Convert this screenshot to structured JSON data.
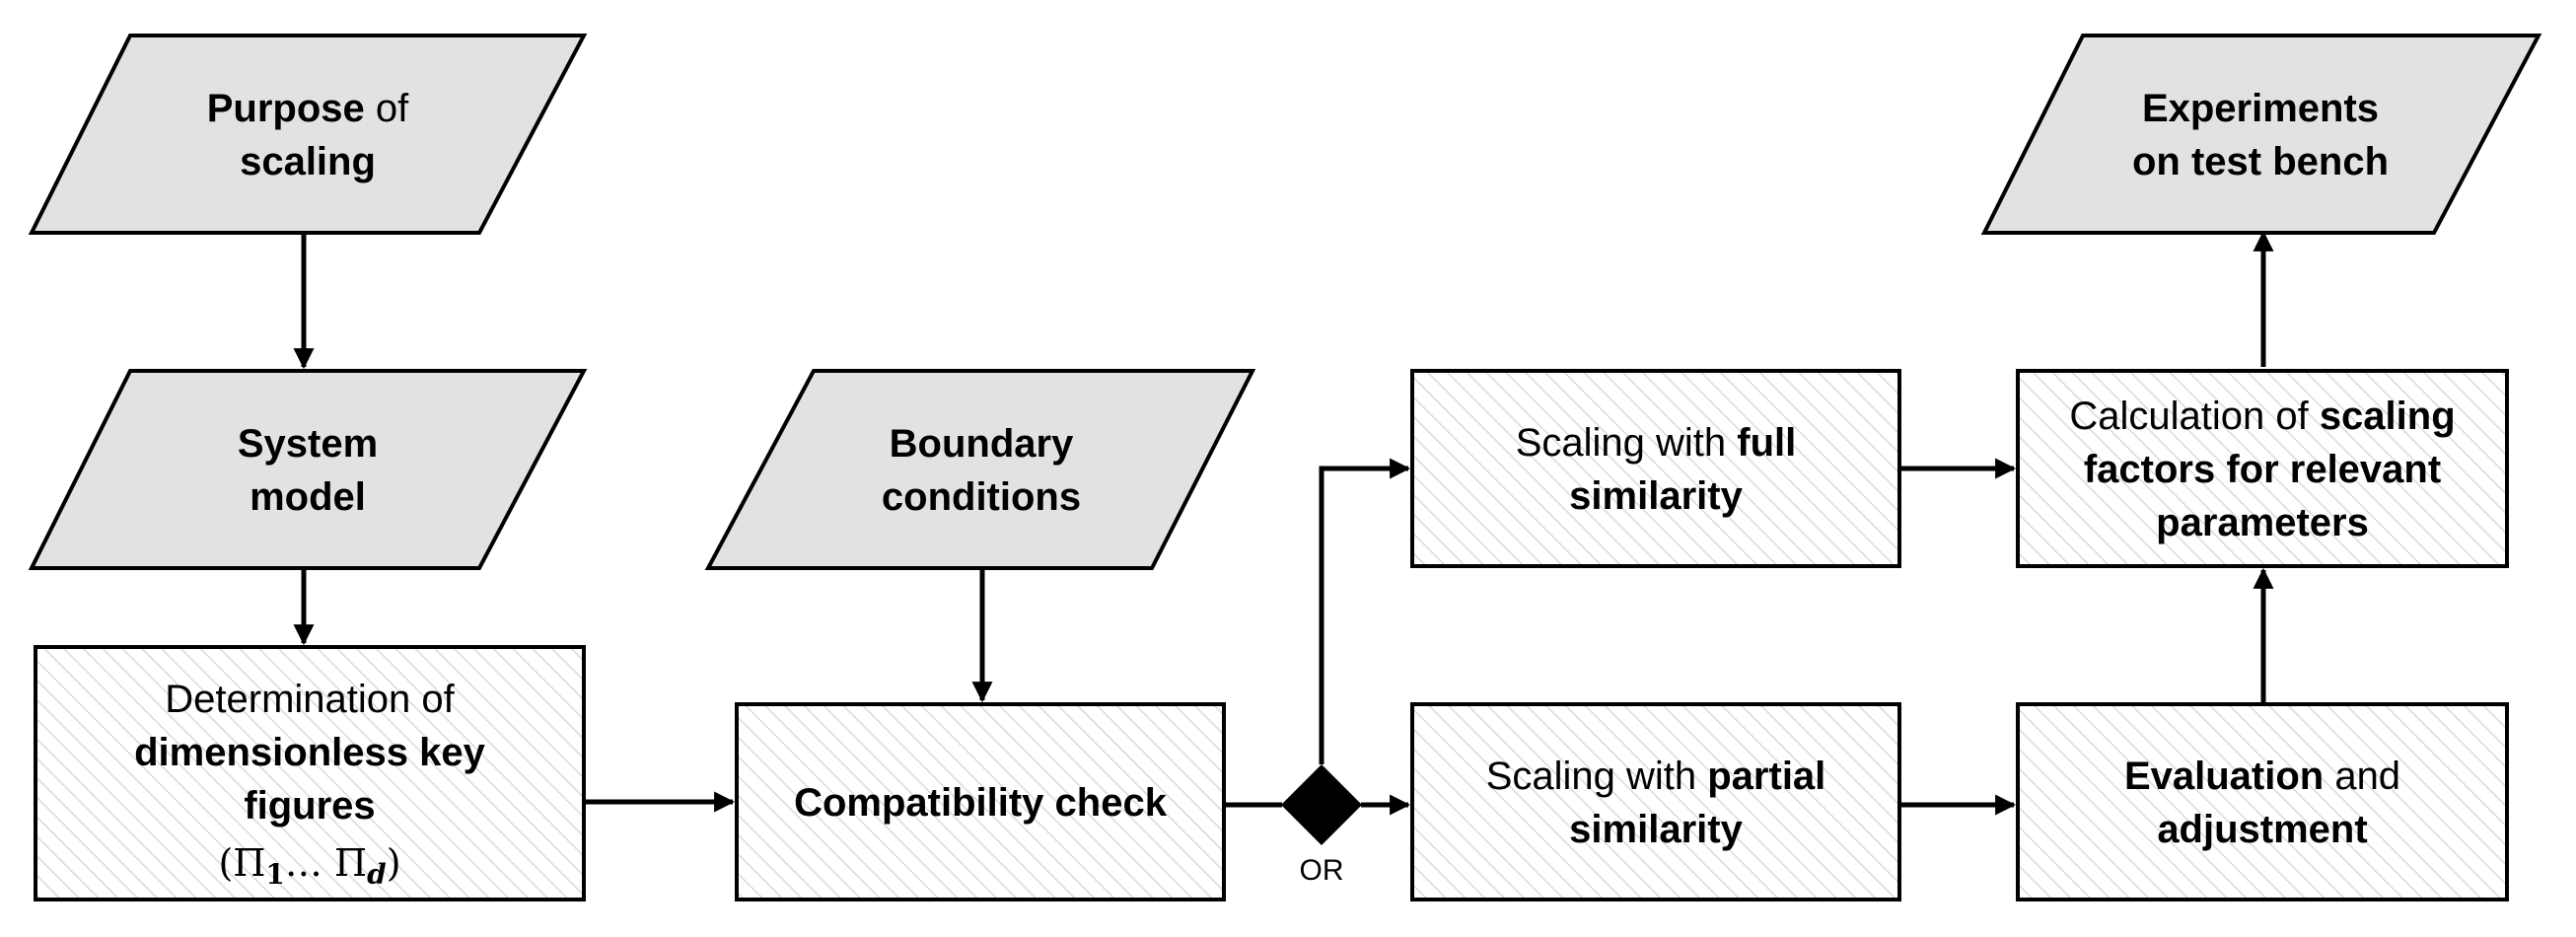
{
  "nodes": {
    "purpose": {
      "lines": [
        [
          {
            "t": "Purpose",
            "b": true
          },
          {
            "t": " of",
            "b": false
          }
        ],
        [
          {
            "t": "scaling",
            "b": true
          }
        ]
      ]
    },
    "system_model": {
      "lines": [
        [
          {
            "t": "System",
            "b": true
          }
        ],
        [
          {
            "t": "model",
            "b": true
          }
        ]
      ]
    },
    "boundary": {
      "lines": [
        [
          {
            "t": "Boundary",
            "b": true
          }
        ],
        [
          {
            "t": "conditions",
            "b": true
          }
        ]
      ]
    },
    "experiments": {
      "lines": [
        [
          {
            "t": "Experiments",
            "b": true
          }
        ],
        [
          {
            "t": "on test bench",
            "b": true
          }
        ]
      ]
    },
    "determination": {
      "lines": [
        [
          {
            "t": "Determination of",
            "b": false
          }
        ],
        [
          {
            "t": "dimensionless key",
            "b": true
          }
        ],
        [
          {
            "t": "figures",
            "b": true
          }
        ]
      ],
      "formula": {
        "open": "(Π",
        "sub1": "1",
        "mid": "… Π",
        "sub2": "d",
        "close": ")"
      }
    },
    "compatibility": {
      "lines": [
        [
          {
            "t": "Compatibility check",
            "b": true
          }
        ]
      ]
    },
    "full": {
      "lines": [
        [
          {
            "t": "Scaling with ",
            "b": false
          },
          {
            "t": "full",
            "b": true
          }
        ],
        [
          {
            "t": "similarity",
            "b": true
          }
        ]
      ]
    },
    "partial": {
      "lines": [
        [
          {
            "t": "Scaling with ",
            "b": false
          },
          {
            "t": "partial",
            "b": true
          }
        ],
        [
          {
            "t": "similarity",
            "b": true
          }
        ]
      ]
    },
    "calculation": {
      "lines": [
        [
          {
            "t": "Calculation of ",
            "b": false
          },
          {
            "t": "scaling",
            "b": true
          }
        ],
        [
          {
            "t": "factors for relevant",
            "b": true
          }
        ],
        [
          {
            "t": "parameters",
            "b": true
          }
        ]
      ]
    },
    "evaluation": {
      "lines": [
        [
          {
            "t": "Evaluation",
            "b": true
          },
          {
            "t": " and",
            "b": false
          }
        ],
        [
          {
            "t": "adjustment",
            "b": true
          }
        ]
      ]
    }
  },
  "decision": {
    "label": "OR"
  },
  "colors": {
    "input_fill": "#e2e2e2",
    "stroke": "#000000",
    "hatch": "#d9d9d9"
  }
}
